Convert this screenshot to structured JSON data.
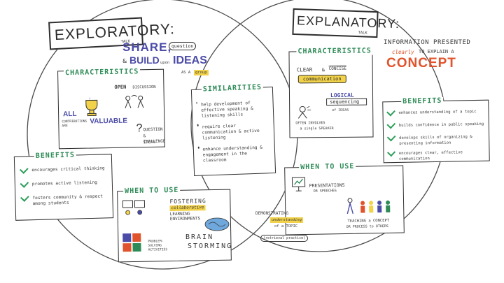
{
  "exploratory": {
    "title": "EXPLORATORY:",
    "subtitle": "TALK",
    "tagline": {
      "share": "SHARE,",
      "questions": "question",
      "amp": "&",
      "build": "BUILD",
      "upon": "upon",
      "ideas": "IDEAS",
      "as_a": "AS A",
      "group": "group"
    },
    "characteristics": {
      "heading": "CHARACTERISTICS",
      "open": "OPEN",
      "discussion": "DISCUSSION",
      "all": "ALL",
      "contributions_are": "CONTRIBUTIONS ARE",
      "valuable": "VALUABLE",
      "question": "QUESTION",
      "challenge": "& CHALLENGE",
      "ideas": "IDEAS"
    },
    "benefits": {
      "heading": "BENEFITS",
      "items": [
        "encourages critical thinking",
        "promotes active listening",
        "fosters community & respect among students"
      ]
    },
    "when": {
      "heading": "WHEN TO USE",
      "fostering": "FOSTERING",
      "collaborative": "collaborative",
      "learning": "LEARNING",
      "environments": "ENVIRONMENTS",
      "problem": "PROBLEM-",
      "solving": "SOLVING",
      "activities": "ACTIVITIES",
      "brain": "BRAIN",
      "storming": "STORMING"
    }
  },
  "similarities": {
    "heading": "SIMILARITIES",
    "items": [
      "help development of effective speaking & listening skills",
      "require clear communication & active listening",
      "enhance understanding & engagement in the classroom"
    ]
  },
  "explanatory": {
    "title": "EXPLANATORY:",
    "subtitle": "TALK",
    "tagline": {
      "line1": "INFORMATION PRESENTED",
      "clearly": "clearly",
      "to_explain": "TO EXPLAIN A",
      "concept": "CONCEPT"
    },
    "characteristics": {
      "heading": "CHARACTERISTICS",
      "clear": "CLEAR",
      "amp": "&",
      "concise": "CONCISE",
      "communication": "communication",
      "logical": "LOGICAL",
      "sequencing": "sequencing",
      "of_ideas": "of IDEAS",
      "often": "OFTEN INVOLVES",
      "single": "a single SPEAKER"
    },
    "benefits": {
      "heading": "BENEFITS",
      "items": [
        "enhances understanding of a topic",
        "builds confidence in public speaking",
        "develops skills of organizing & presenting information",
        "encourages clear, effective communication"
      ]
    },
    "when": {
      "heading": "WHEN TO USE",
      "presentations": "PRESENTATIONS",
      "speeches": "OR SPEECHES",
      "demonstrating": "DEMONSTRATING",
      "understanding": "understanding",
      "of_topic": "of a TOPIC",
      "retrieval": "(retrieval practice)",
      "teaching": "TEACHING a CONCEPT",
      "process": "OR PROCESS to OTHERS"
    }
  },
  "colors": {
    "green": "#2e8b57",
    "orange": "#e0532c",
    "yellow": "#f2d24a",
    "purple": "#4b4ba8"
  }
}
